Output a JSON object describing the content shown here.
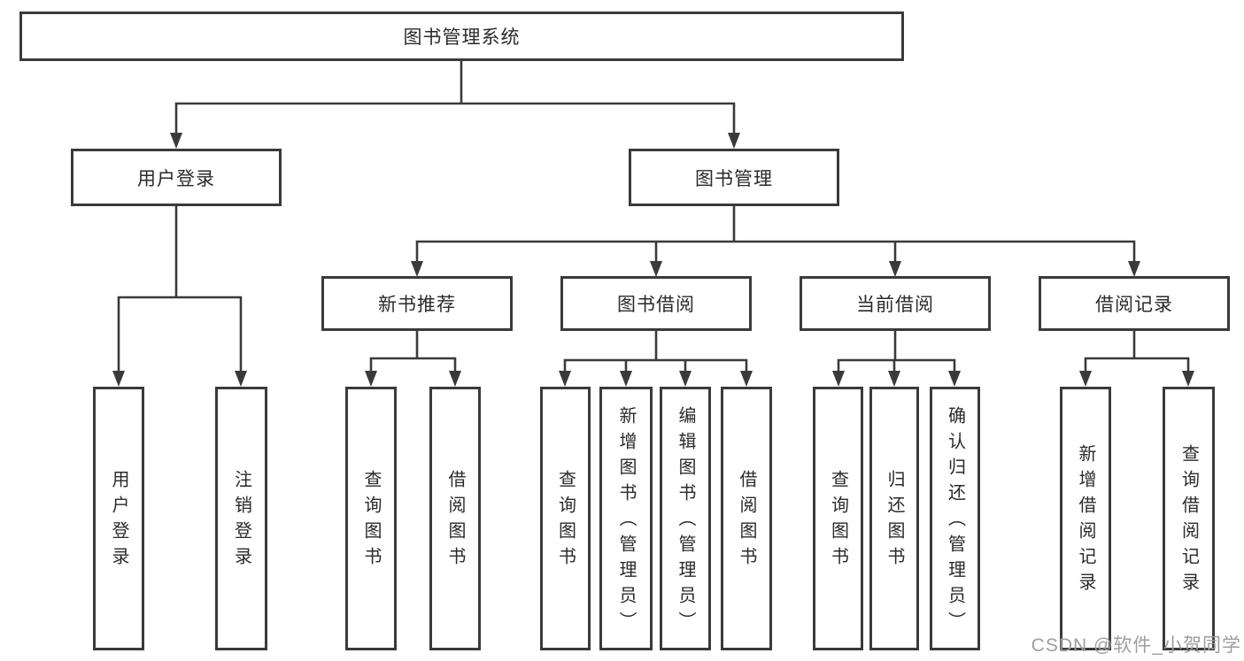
{
  "diagram": {
    "root": {
      "label": "图书管理系统"
    },
    "level2": [
      {
        "label": "用户登录"
      },
      {
        "label": "图书管理"
      }
    ],
    "level3": [
      {
        "label": "新书推荐"
      },
      {
        "label": "图书借阅"
      },
      {
        "label": "当前借阅"
      },
      {
        "label": "借阅记录"
      }
    ],
    "leaves": {
      "user_login": [
        "用户登录",
        "注销登录"
      ],
      "new_book": [
        "查询图书",
        "借阅图书"
      ],
      "book_borrow": [
        "查询图书",
        "新增图书（管理员）",
        "编辑图书（管理员）",
        "借阅图书"
      ],
      "current_borrow": [
        "查询图书",
        "归还图书",
        "确认归还（管理员）"
      ],
      "borrow_record": [
        "新增借阅记录",
        "查询借阅记录"
      ]
    }
  },
  "watermark": "CSDN @软件_小贺同学",
  "colors": {
    "line": "#3a3a3a",
    "text": "#2a2a2a",
    "watermark": "#9e9e9e",
    "background": "#ffffff"
  }
}
